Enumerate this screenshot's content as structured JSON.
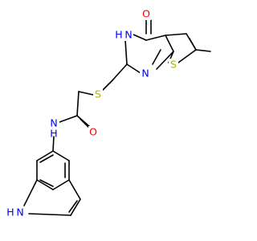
{
  "colors": {
    "background": "#ffffff",
    "carbon": "#000000",
    "oxygen": "#ff0000",
    "nitrogen": "#0000ff",
    "sulfur": "#b3b300"
  },
  "atoms": {
    "oxygen_ketone": "O",
    "nh_ring": "H",
    "nh_ring_n": "N",
    "n_ring": "N",
    "s_thiophene": "S",
    "s_thioether": "S",
    "o_amide": "O",
    "nh_amide_n": "N",
    "nh_amide_h": "H",
    "nh_indole_h": "H",
    "nh_indole_n": "N"
  }
}
